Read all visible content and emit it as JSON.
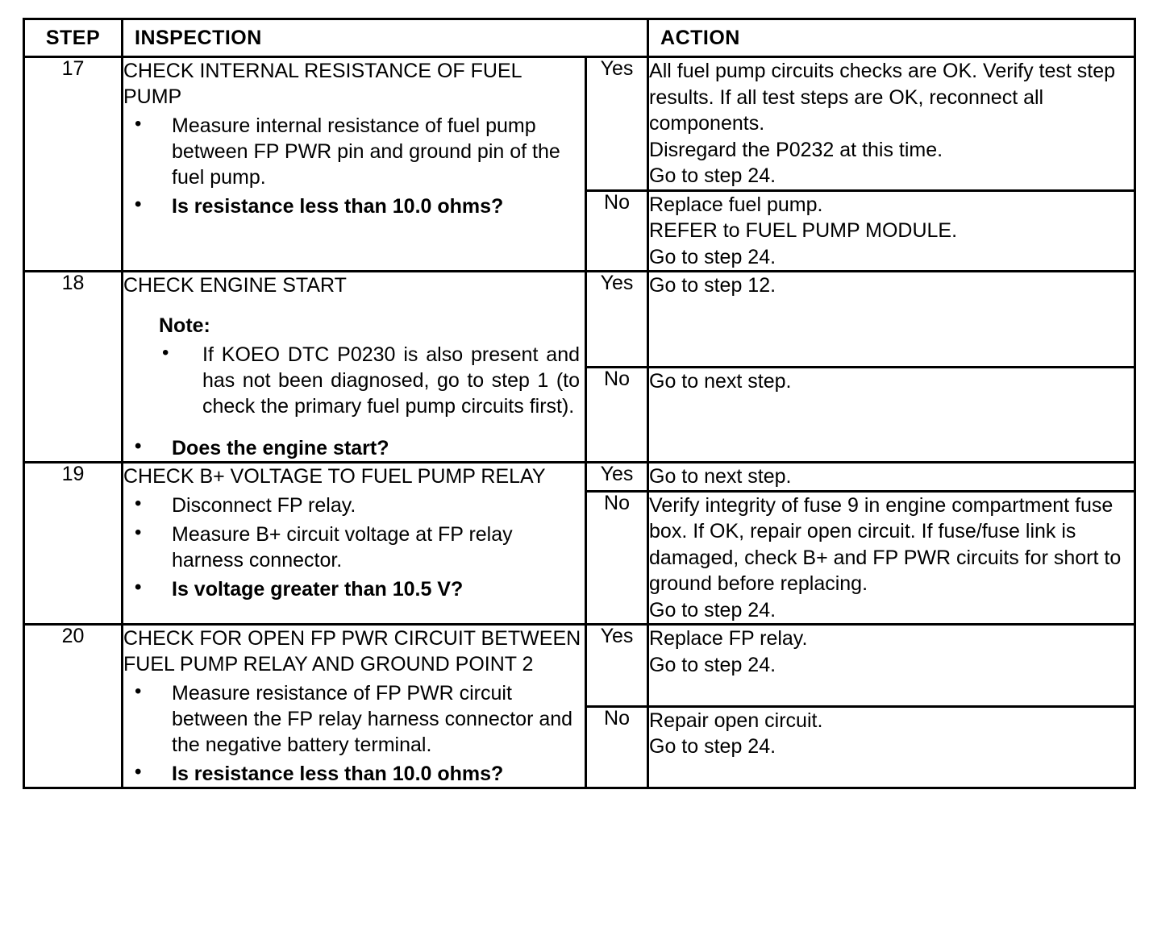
{
  "document": {
    "type": "diagnostic-procedure-table",
    "columns": {
      "step": "STEP",
      "inspection": "INSPECTION",
      "result": "",
      "action": "ACTION"
    }
  },
  "steps": [
    {
      "number": "17",
      "title": "CHECK INTERNAL RESISTANCE OF FUEL PUMP",
      "bullets": [
        {
          "text": "Measure internal resistance of fuel pump between FP PWR pin and ground pin of the fuel pump.",
          "bold": false
        },
        {
          "text": "Is resistance less than 10.0 ohms?",
          "bold": true
        }
      ],
      "note_label": "",
      "note_bullets": [],
      "results": [
        {
          "label": "Yes",
          "lines": [
            "All fuel pump circuits checks are OK. Verify test step results.  If all test steps are OK, reconnect all components.",
            "Disregard the P0232 at this time.",
            "Go to step 24."
          ]
        },
        {
          "label": "No",
          "lines": [
            "Replace fuel pump.",
            "REFER to FUEL PUMP MODULE.",
            "Go to step 24."
          ]
        }
      ]
    },
    {
      "number": "18",
      "title": "CHECK ENGINE START",
      "note_label": "Note:",
      "note_bullets": [
        "If KOEO DTC P0230 is also present and has not been diagnosed, go to step 1 (to check the primary fuel pump circuits first)."
      ],
      "bullets": [
        {
          "text": "Does the engine start?",
          "bold": true
        }
      ],
      "results": [
        {
          "label": "Yes",
          "lines": [
            "Go to step 12."
          ]
        },
        {
          "label": "No",
          "lines": [
            "Go to next step."
          ]
        }
      ]
    },
    {
      "number": "19",
      "title": "CHECK B+ VOLTAGE TO FUEL PUMP RELAY",
      "note_label": "",
      "note_bullets": [],
      "bullets": [
        {
          "text": "Disconnect FP relay.",
          "bold": false
        },
        {
          "text": "Measure B+ circuit voltage at FP relay harness connector.",
          "bold": false
        },
        {
          "text": "Is voltage greater than 10.5 V?",
          "bold": true
        }
      ],
      "results": [
        {
          "label": "Yes",
          "lines": [
            "Go to next step."
          ]
        },
        {
          "label": "No",
          "lines": [
            "Verify integrity of fuse 9 in engine compartment fuse box. If OK, repair open circuit. If fuse/fuse link is damaged, check B+ and FP PWR circuits for short to ground before replacing.",
            "Go to step 24."
          ]
        }
      ]
    },
    {
      "number": "20",
      "title": "CHECK FOR OPEN FP PWR CIRCUIT BETWEEN FUEL PUMP RELAY AND GROUND POINT 2",
      "note_label": "",
      "note_bullets": [],
      "bullets": [
        {
          "text": "Measure resistance of FP PWR circuit between the FP relay harness connector and the negative battery terminal.",
          "bold": false
        },
        {
          "text": "Is resistance less than 10.0 ohms?",
          "bold": true
        }
      ],
      "results": [
        {
          "label": "Yes",
          "lines": [
            "Replace FP relay.",
            "Go to step 24."
          ]
        },
        {
          "label": "No",
          "lines": [
            "Repair open circuit.",
            "Go to step 24."
          ]
        }
      ]
    }
  ]
}
